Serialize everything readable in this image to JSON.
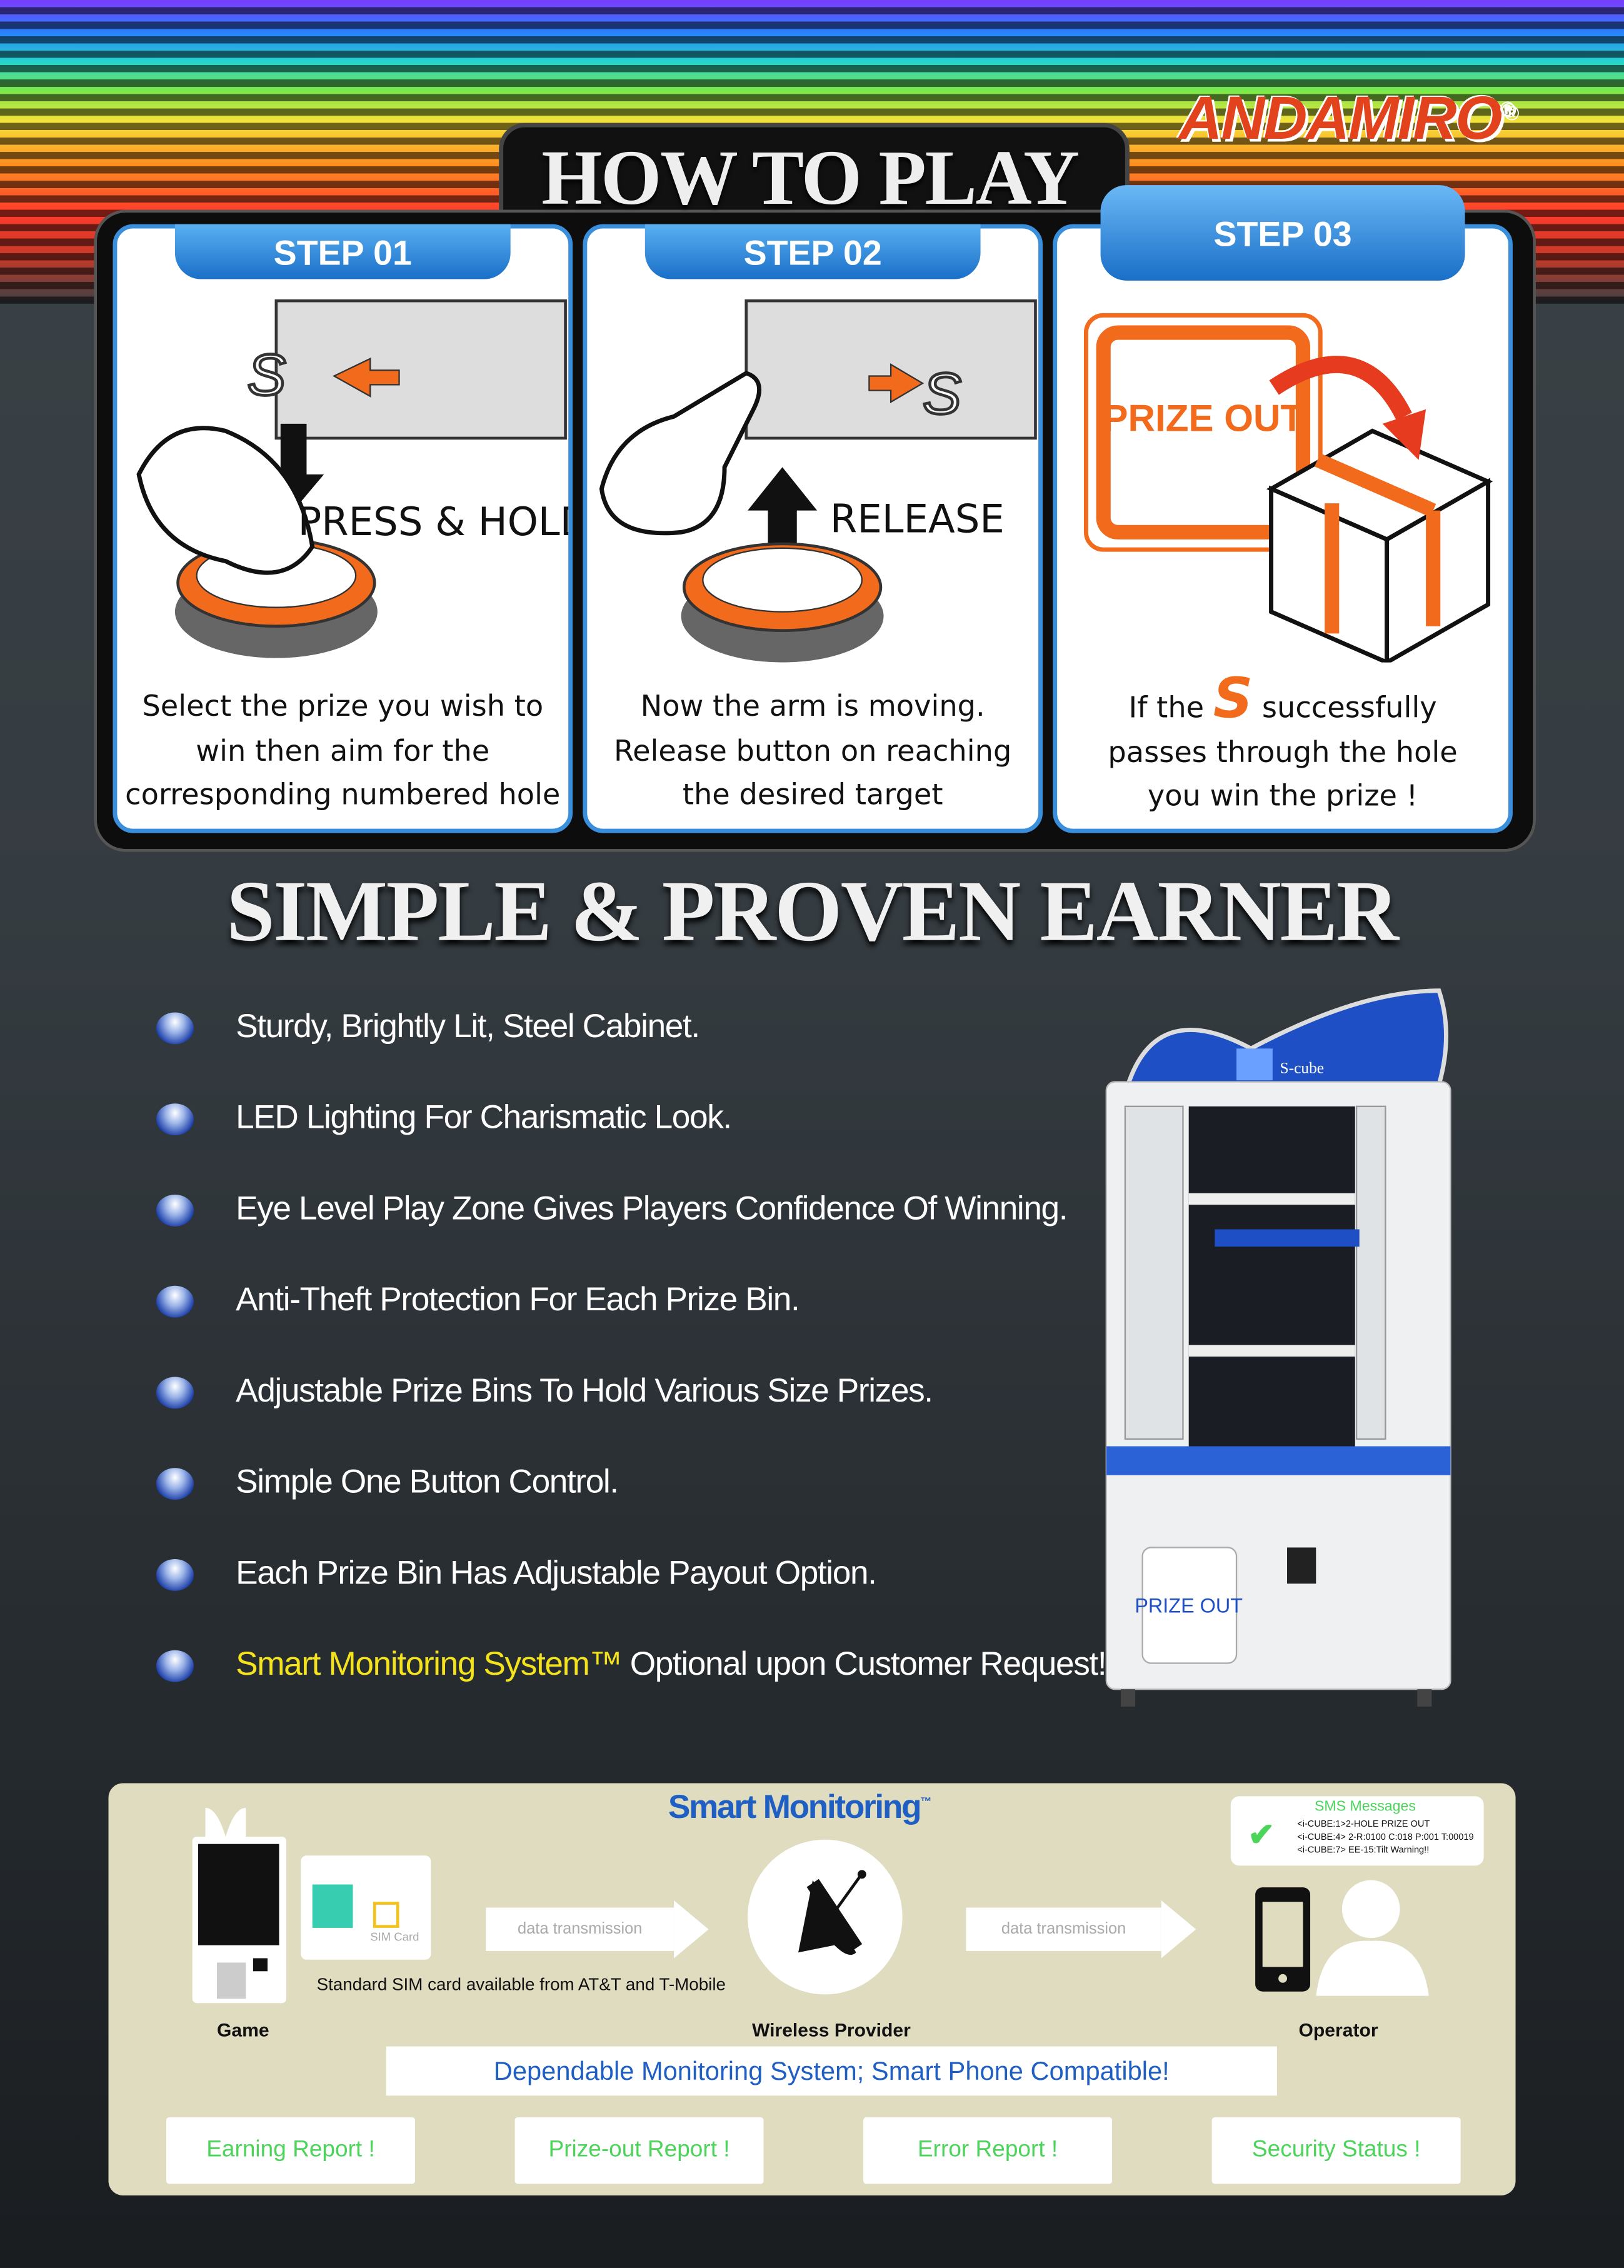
{
  "brand": {
    "logo": "ANDAMIRO",
    "registered": "®"
  },
  "how_to_play": {
    "title": "HOW TO PLAY",
    "steps": [
      {
        "label": "STEP 01",
        "action": "PRESS & HOLD",
        "lines": [
          "Select the prize you wish to",
          "win then aim for the",
          "corresponding numbered hole"
        ]
      },
      {
        "label": "STEP 02",
        "action": "RELEASE",
        "lines": [
          "Now the arm is moving.",
          "Release button on reaching",
          "the desired target"
        ]
      },
      {
        "label": "STEP 03",
        "action": "PRIZE OUT",
        "lines": [
          "If the",
          "successfully",
          "passes through the hole",
          "you win the prize !"
        ]
      }
    ]
  },
  "features": {
    "title": "SIMPLE & PROVEN EARNER",
    "items": [
      "Sturdy, Brightly Lit, Steel Cabinet.",
      "LED Lighting For Charismatic Look.",
      "Eye Level Play Zone Gives Players Confidence Of Winning.",
      "Anti-Theft Protection For Each Prize Bin.",
      "Adjustable Prize Bins To Hold Various Size Prizes.",
      "Simple One Button Control.",
      "Each Prize Bin Has Adjustable Payout Option."
    ],
    "last_highlight": "Smart Monitoring System™",
    "last_rest": " Optional upon Customer Request!"
  },
  "machine": {
    "brand": "S-cube",
    "door_label": "PRIZE OUT"
  },
  "smart_monitoring": {
    "title": "Smart Monitoring",
    "tm": "™",
    "sim_label": "SIM Card",
    "sim_note": "Standard SIM card available from AT&T and T-Mobile",
    "data_transmission": "data transmission",
    "nodes": [
      "Game",
      "Wireless Provider",
      "Operator"
    ],
    "sms": {
      "title": "SMS Messages",
      "lines": [
        "<i-CUBE:1>2-HOLE PRIZE OUT",
        "<i-CUBE:4> 2-R:0100 C:018 P:001 T:00019",
        "<i-CUBE:7> EE-15:Tilt Warning!!"
      ]
    },
    "tagline": "Dependable Monitoring System; Smart Phone Compatible!",
    "reports": [
      "Earning Report !",
      "Prize-out Report !",
      "Error Report !",
      "Security Status !"
    ]
  },
  "colors": {
    "accent_blue": "#1f5fc4",
    "orange": "#f26a1b",
    "green": "#4bd35a",
    "yellow": "#f4e21c"
  }
}
